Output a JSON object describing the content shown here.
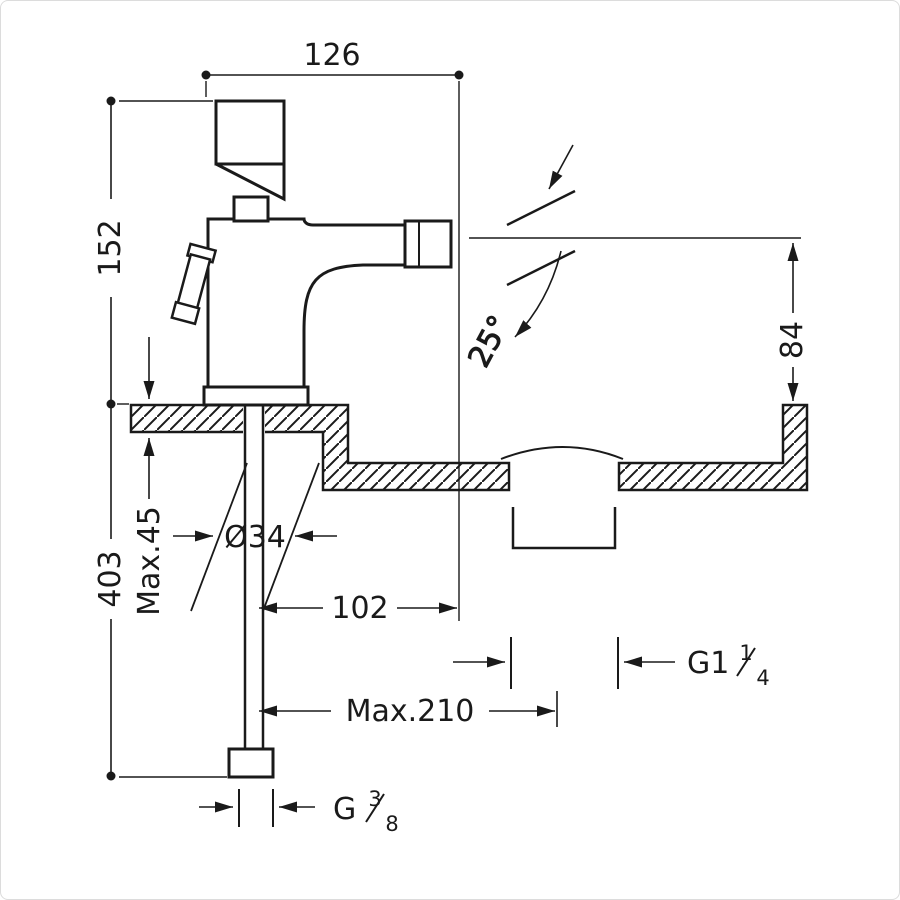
{
  "drawing": {
    "dims": {
      "overall_width": "126",
      "height_above_deck": "152",
      "height_below_deck": "403",
      "max_deck_thickness": "Max.45",
      "hole_diameter": "Ø34",
      "spout_reach": "102",
      "max_reach": "Max.210",
      "outlet_height": "84",
      "spray_angle": "25°"
    },
    "threads": {
      "drain": {
        "prefix": "G1",
        "numerator": "1",
        "denominator": "4"
      },
      "supply": {
        "prefix": "G",
        "numerator": "3",
        "denominator": "8"
      }
    }
  }
}
